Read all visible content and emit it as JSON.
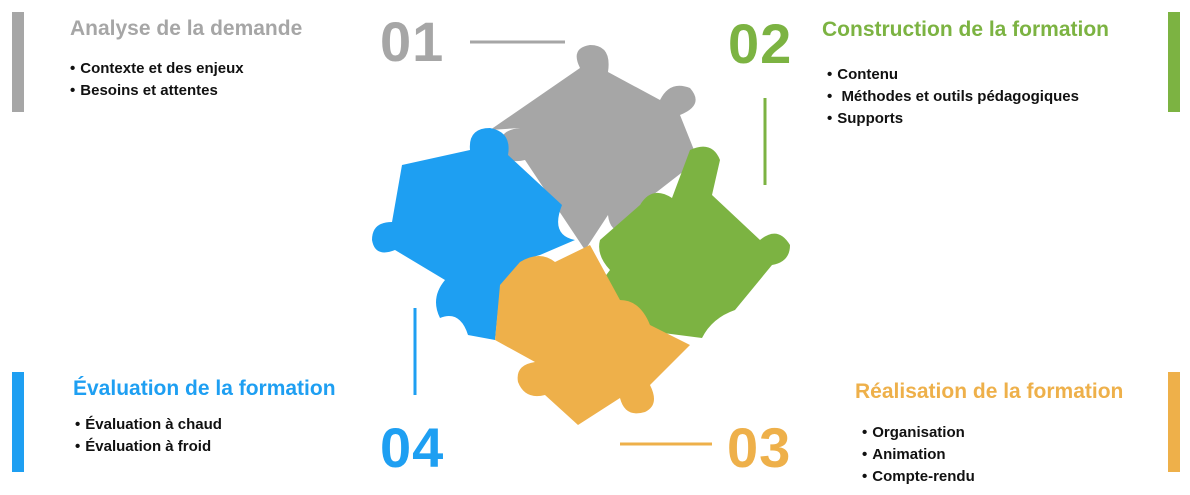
{
  "colors": {
    "gray": "#a6a6a6",
    "green": "#7cb342",
    "blue": "#1e9ff2",
    "orange": "#eeb04a"
  },
  "steps": [
    {
      "number": "01",
      "title": "Analyse de la demande",
      "items": [
        "Contexte et des enjeux",
        "Besoins et attentes"
      ]
    },
    {
      "number": "02",
      "title": "Construction de la formation",
      "items": [
        "Contenu",
        "Méthodes et outils pédagogiques",
        "Supports"
      ]
    },
    {
      "number": "03",
      "title": "Réalisation de la formation",
      "items": [
        "Organisation",
        "Animation",
        "Compte-rendu"
      ]
    },
    {
      "number": "04",
      "title": "Évaluation de la formation",
      "items": [
        "Évaluation à chaud",
        "Évaluation à froid"
      ]
    }
  ],
  "bullet": "•"
}
